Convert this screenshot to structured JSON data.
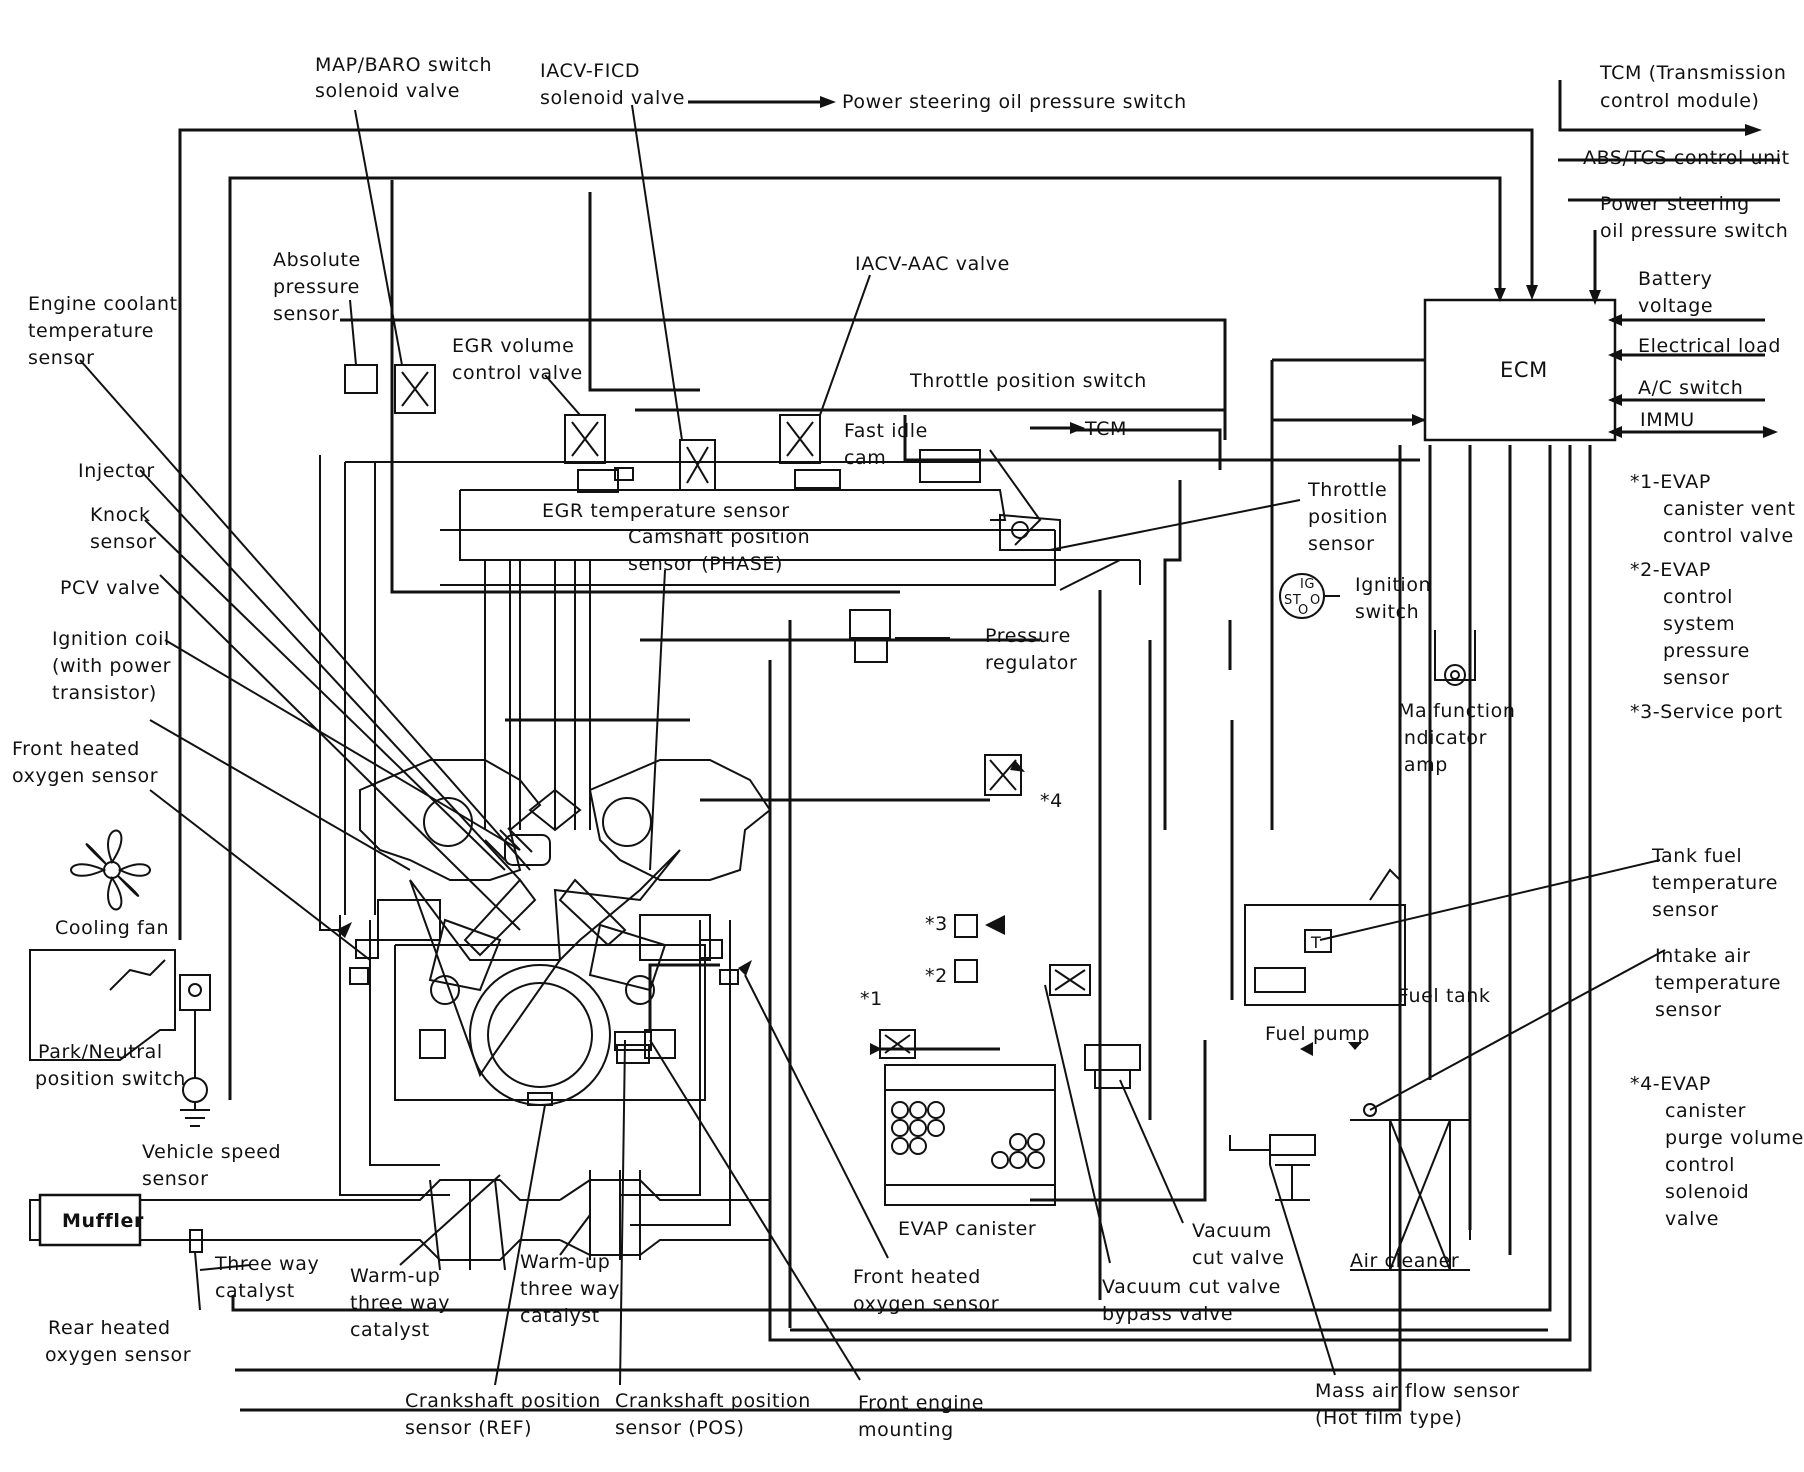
{
  "labels": {
    "map_baro": [
      "MAP/BARO switch",
      "solenoid valve"
    ],
    "iacv_ficd": [
      "IACV-FICD",
      "solenoid valve"
    ],
    "ps_switch_top": "Power steering oil pressure switch",
    "tcm": [
      "TCM (Transmission",
      "control module)"
    ],
    "abs_tcs": "ABS/TCS control unit",
    "ps_switch_right": [
      "Power steering",
      "oil pressure switch"
    ],
    "battery": [
      "Battery",
      "voltage"
    ],
    "electrical_load": "Electrical load",
    "ac_switch": "A/C switch",
    "immu": "IMMU",
    "ecm": "ECM",
    "absolute_pressure": [
      "Absolute",
      "pressure",
      "sensor"
    ],
    "iacv_aac": "IACV-AAC valve",
    "engine_coolant": [
      "Engine coolant",
      "temperature",
      "sensor"
    ],
    "egr_volume": [
      "EGR volume",
      "control valve"
    ],
    "throttle_position_switch": "Throttle position switch",
    "tcm_small": "TCM",
    "fast_idle": [
      "Fast idle",
      "cam"
    ],
    "injector": "Injector",
    "egr_temp": "EGR temperature sensor",
    "camshaft": [
      "Camshaft position",
      "sensor (PHASE)"
    ],
    "throttle_sensor": [
      "Throttle",
      "position",
      "sensor"
    ],
    "knock": [
      "Knock",
      "sensor"
    ],
    "ignition_switch": [
      "Ignition",
      "switch"
    ],
    "ig_symbol": [
      "IG",
      "ST",
      "O",
      "O"
    ],
    "pcv": "PCV valve",
    "ignition_coil": [
      "Ignition coil",
      "(with power",
      "transistor)"
    ],
    "pressure_regulator": [
      "Pressure",
      "regulator"
    ],
    "front_o2_left": [
      "Front heated",
      "oxygen sensor"
    ],
    "mil": [
      "Malfunction",
      "indicator",
      "lamp"
    ],
    "evap_notes": [
      [
        "*1-EVAP",
        "canister vent",
        "control valve"
      ],
      [
        "*2-EVAP",
        "control",
        "system",
        "pressure",
        "sensor"
      ],
      [
        "*3-Service port"
      ]
    ],
    "star4_tag": "*4",
    "star3_tag": "*3",
    "star2_tag": "*2",
    "star1_tag": "*1",
    "tank_fuel_temp": [
      "Tank fuel",
      "temperature",
      "sensor"
    ],
    "t_symbol": "T",
    "cooling_fan": "Cooling fan",
    "intake_air_temp": [
      "Intake air",
      "temperature",
      "sensor"
    ],
    "fuel_tank": "Fuel tank",
    "fuel_pump": "Fuel pump",
    "park_neutral": [
      "Park/Neutral",
      "position switch"
    ],
    "evap_note4": [
      "*4-EVAP",
      "canister",
      "purge volume",
      "control",
      "solenoid",
      "valve"
    ],
    "vehicle_speed": [
      "Vehicle speed",
      "sensor"
    ],
    "evap_canister": "EVAP canister",
    "muffler": "Muffler",
    "three_way": [
      "Three way",
      "catalyst"
    ],
    "warmup_left": [
      "Warm-up",
      "three way",
      "catalyst"
    ],
    "warmup_mid": [
      "Warm-up",
      "three way",
      "catalyst"
    ],
    "vacuum_cut": [
      "Vacuum",
      "cut valve"
    ],
    "air_cleaner": "Air cleaner",
    "front_o2_right": [
      "Front heated",
      "oxygen sensor"
    ],
    "vacuum_bypass": [
      "Vacuum cut valve",
      "bypass valve"
    ],
    "rear_o2": [
      "Rear heated",
      "oxygen sensor"
    ],
    "maf": [
      "Mass air flow sensor",
      "(Hot film type)"
    ],
    "crank_ref": [
      "Crankshaft position",
      "sensor (REF)"
    ],
    "crank_pos": [
      "Crankshaft position",
      "sensor (POS)"
    ],
    "front_mount": [
      "Front engine",
      "mounting"
    ]
  }
}
